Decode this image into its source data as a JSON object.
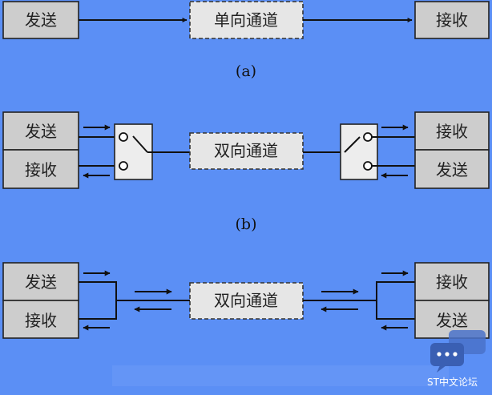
{
  "diagram_a": {
    "send_label": "发送",
    "channel_label": "单向通道",
    "receive_label": "接收",
    "caption": "(a)"
  },
  "diagram_b": {
    "left_send_label": "发送",
    "left_receive_label": "接收",
    "channel_label": "双向通道",
    "right_receive_label": "接收",
    "right_send_label": "发送",
    "caption": "(b)"
  },
  "diagram_c": {
    "left_send_label": "发送",
    "left_receive_label": "接收",
    "channel_label": "双向通道",
    "right_receive_label": "接收",
    "right_send_label": "发送"
  },
  "watermark": {
    "text": "ST中文论坛"
  },
  "colors": {
    "background": "#5b8ff5",
    "box_fill": "#cdcdcd",
    "channel_fill": "#e6e6e6",
    "line": "#111111"
  }
}
